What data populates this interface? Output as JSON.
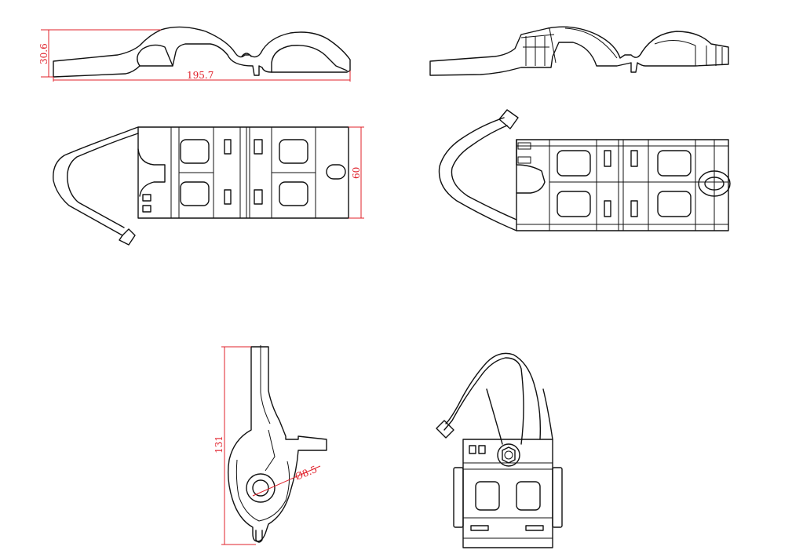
{
  "dimensions": {
    "height_side": "30.6",
    "length_side": "195.7",
    "width_top": "60",
    "height_end": "131",
    "hole_diameter": "Ø8.5"
  },
  "colors": {
    "line": "#111111",
    "dimension": "#e0202a",
    "background": "#ffffff"
  }
}
